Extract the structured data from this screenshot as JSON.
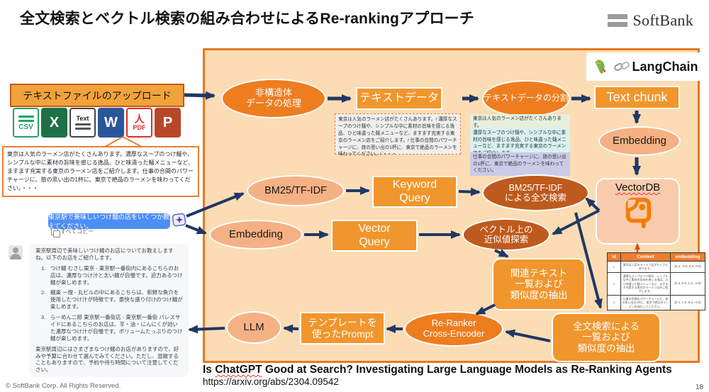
{
  "header": {
    "title": "全文検索とベクトル検索の組み合わせによるRe-rankingアプローチ",
    "brand": "SoftBank"
  },
  "upload": {
    "label": "テキストファイルのアップロード",
    "file_icons": [
      {
        "name": "csv",
        "label": "CSV"
      },
      {
        "name": "excel",
        "label": "X"
      },
      {
        "name": "text",
        "label": "Text"
      },
      {
        "name": "word",
        "label": "W"
      },
      {
        "name": "pdf",
        "label": "PDF"
      },
      {
        "name": "powerpoint",
        "label": "P"
      }
    ],
    "callout": "東京は人気のラーメン店がたくさんあります。濃厚なスープのつけ麺や、シンプルな中に素材の旨味を感じる逸品、ひと味違った麺メニューなど、ますます充実する東京のラーメン店をご紹介します。仕事の合間のパワーチャージに、旅の思い出の1杯に、東京で絶品のラーメンを味わってください。・・・"
  },
  "chat": {
    "user_bubble": "東京駅で美味しいつけ麺の店をいくつか教えてください。",
    "copy_label": "すべてコピー",
    "intro": "東京駅周辺で美味しいつけ麺のお店についてお教えしますね。以下のお店をご紹介します。",
    "items": [
      {
        "num": "1.",
        "text": "つけ麺 むさし東京 - 東京駅一番街内にあるこちらのお店は、濃厚なつけ汁と太い麺が自慢です。迫力あるつけ麺が楽しめます。"
      },
      {
        "num": "2.",
        "text": "麺楽 一燈 - 丸ビルの中にあるこちらは、新鮮な魚介を使用したつけ汁が特徴です。豪快な盛り付けのつけ麺が楽しめます。"
      },
      {
        "num": "3.",
        "text": "らーめん二郎 東京駅一番街店 - 東京駅一番街 パレスサイドにあるこちらのお店は、芋・油・にんにくが効いた濃厚なつけ汁が自慢です。ボリュームたっぷりのつけ麺が楽しめます。"
      }
    ],
    "outro": "東京駅周辺にはさまざまなつけ麺のお店がありますので、好みや予算に合わせて選んでみてください。ただし、混雑することもありますので、予約や待ち時間について注意してください。"
  },
  "diagram": {
    "langchain_label": "LangChain",
    "nodes": {
      "unstructured": "非構造体\nデータの処理",
      "text_data": "テキストデータ",
      "split": "テキストデータの分割",
      "text_chunk": "Text chunk",
      "embedding_right": "Embedding",
      "vectordb": "VectorDB",
      "bm25": "BM25/TF-IDF",
      "keyword_query": "Keyword\nQuery",
      "fulltext_search": "BM25/TF-IDF\nによる全文検索",
      "embedding_left": "Embedding",
      "vector_query": "Vector\nQuery",
      "ann_search": "ベクトル上の\n近似値探索",
      "related_text": "関連テキスト\n一覧および\n類似度の抽出",
      "fulltext_extract": "全文検索による\n一覧および\n類似度の抽出",
      "reranker": "Re-Ranker\nCross-Encoder",
      "prompt": "テンプレートを\n使ったPrompt",
      "llm": "LLM"
    },
    "split_preview": "東京は人気のラーメン店がたくさんあります。/ 濃厚なスープのつけ麺や、シンプルな中に素材の旨味を感じる逸品、ひと味違った麺メニューなど、ますます充実する東京のラーメン店をご紹介します。/ 仕事の合間のパワーチャージに、旅の思い出の1杯に、東京で絶品のラーメンを味わってください。/ ・・・",
    "chunks": [
      {
        "text": "東京は人気のラーメン店がたくさんあります。",
        "color": "#E4F0DC"
      },
      {
        "text": "濃厚なスープのつけ麺や、シンプルな中に素材の旨味を感じる逸品、ひと味違った麺メニューなど、ますます充実する東京のラーメン店をご紹介します。",
        "color": "#D8F2EF"
      },
      {
        "text": "仕事の合間のパワーチャージに、旅の思い出の1杯に、東京で絶品のラーメンを味わってください。",
        "color": "#CBCBE9"
      }
    ],
    "table": {
      "headers": [
        "id",
        "Content",
        "embedding"
      ],
      "rows": [
        {
          "id": "1",
          "content": "東京は人気のラーメン店がたくさんあります。",
          "embedding": "[0.4, -0.9, 9.2, 0.5]"
        },
        {
          "id": "2",
          "content": "濃厚なスープのつけ麺や、シンプルな中に素材の旨味を感じる逸品、ひと味違った麺メニューなど、ますます充実する東京のラーメン店をご紹介します。",
          "embedding": "[0.3, 0.6, 1.3, -0.8]"
        },
        {
          "id": "3",
          "content": "仕事の合間のパワーチャージに、旅の思い出の1杯に、東京で絶品のラーメンを味わってください。",
          "embedding": "[0.4, 1.9, 8.2, -0.5]"
        }
      ]
    }
  },
  "caption": {
    "prefix": "Is ",
    "highlight": "ChatGPT",
    "rest": " Good at Search? Investigating Large Language Models as Re-Ranking Agents",
    "url": "https://arxiv.org/abs/2304.09542"
  },
  "footer": {
    "copyright": "© SoftBank Corp. All Rights Reserved.",
    "page": "18"
  },
  "colors": {
    "panel_bg": "#FBDCB5",
    "panel_border": "#E87722",
    "arrow_navy": "#203864",
    "deep_orange_node": "#EE7D1F",
    "light_orange_node": "#F5B183",
    "dark_orange_node": "#BE5A1D",
    "box_orange": "#F0962C",
    "chat_blue": "#4D8DF6",
    "table_arrow_brown": "#C55A11"
  }
}
